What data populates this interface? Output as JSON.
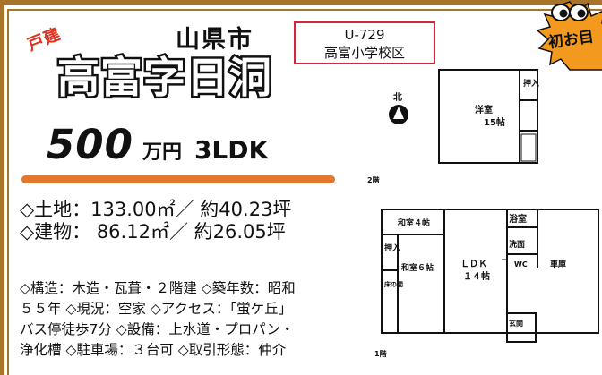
{
  "listing": {
    "type_tag": "戸建",
    "city": "山県市",
    "place": "高富字日洞",
    "price": "500",
    "price_unit": "万円",
    "layout": "3LDK",
    "code": "U-729",
    "school": "高富小学校区",
    "badge": "初お目"
  },
  "area": {
    "land": "◇土地：133.00㎡／ 約40.23坪",
    "building": "◇建物：  86.12㎡／ 約26.05坪"
  },
  "details": [
    "◇構造：木造・瓦葺・２階建 ◇築年数：昭和",
    "５５年 ◇現況：空家 ◇アクセス：「蛍ケ丘」",
    "バス停徒歩7分 ◇設備：上水道・プロパン・",
    "浄化槽 ◇駐車場：３台可 ◇取引形態：仲介"
  ],
  "plan": {
    "north": "北",
    "floor2_label": "2階",
    "floor1_label": "1階",
    "room_western": "洋室",
    "room_western_size": "15帖",
    "closet": "押入",
    "japanese4": "和室４帖",
    "japanese6": "和室６帖",
    "ldk": "ＬＤＫ",
    "ldk_size": "１４帖",
    "bath": "浴室",
    "washroom": "洗面",
    "toilet": "WC",
    "garage": "車庫",
    "entrance": "玄関",
    "closet2": "押入",
    "alcove": "床の間"
  },
  "colors": {
    "frame": "#a8742a",
    "price_line": "#e2782e",
    "code_border": "#d4253a",
    "type_tag": "#e0301e",
    "badge": "#f39a1e"
  }
}
